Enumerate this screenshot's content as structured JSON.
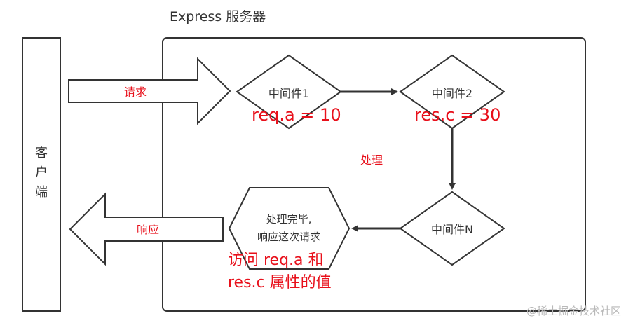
{
  "title": "Express 服务器",
  "client_label": [
    "客",
    "户",
    "端"
  ],
  "request_label": "请求",
  "response_label": "响应",
  "process_label": "处理",
  "nodes": {
    "m1": "中间件1",
    "m2": "中间件2",
    "mn": "中间件N",
    "done_line1": "处理完毕,",
    "done_line2": "响应这次请求"
  },
  "annotations": {
    "m1": "req.a = 10",
    "m2": "res.c = 30",
    "done_line1": "访问 req.a 和",
    "done_line2": "res.c 属性的值"
  },
  "watermark": "@稀土掘金技术社区",
  "colors": {
    "annotation": "#e8101b",
    "stroke": "#333333",
    "fill": "#ffffff"
  }
}
